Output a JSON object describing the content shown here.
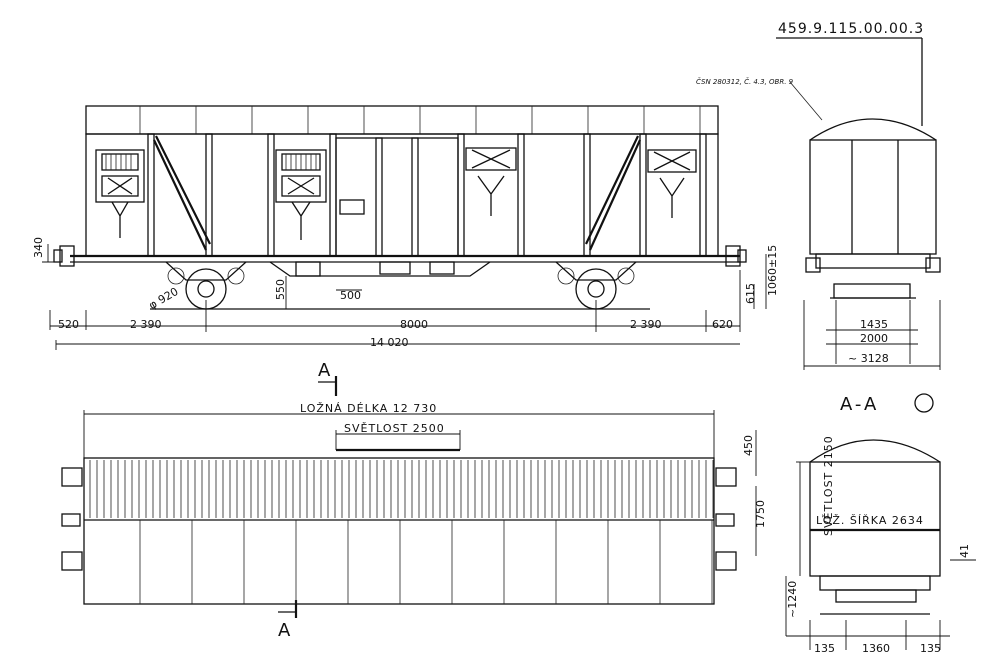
{
  "drawing": {
    "number": "459.9.115.00.00.3",
    "note": "ČSN 280312, Č. 4.3, OBR. 9",
    "section_title": "A-A",
    "section_mark_top": "A",
    "section_mark_bottom": "A"
  },
  "side_view": {
    "dims": {
      "buffer_height": "340",
      "overhang_left": "520",
      "bogie_left": "2 390",
      "bogie_pitch": "8000",
      "bogie_right": "2 390",
      "overhang_right": "620",
      "length_over_buffers": "14 020",
      "wheel_diameter": "φ 920",
      "frame_height": "550",
      "step_width": "500",
      "floor_height": "615",
      "buffer_center": "1060±15"
    }
  },
  "end_view": {
    "dims": {
      "gauge": "1435",
      "bogie_width": "2000",
      "overall_width": "~ 3128"
    }
  },
  "plan_view": {
    "loading_length": "LOŽNÁ DÉLKA 12 730",
    "door_opening": "SVĚTLOST 2500",
    "dim_450": "450",
    "dim_1750": "1750"
  },
  "section": {
    "clear_height": "SVĚTLOST 2150",
    "loading_width": "LOŽ. ŠÍŘKA 2634",
    "dim_1240": "~1240",
    "dim_135_left": "135",
    "dim_1360": "1360",
    "dim_135_right": "135",
    "side_small": "41"
  }
}
